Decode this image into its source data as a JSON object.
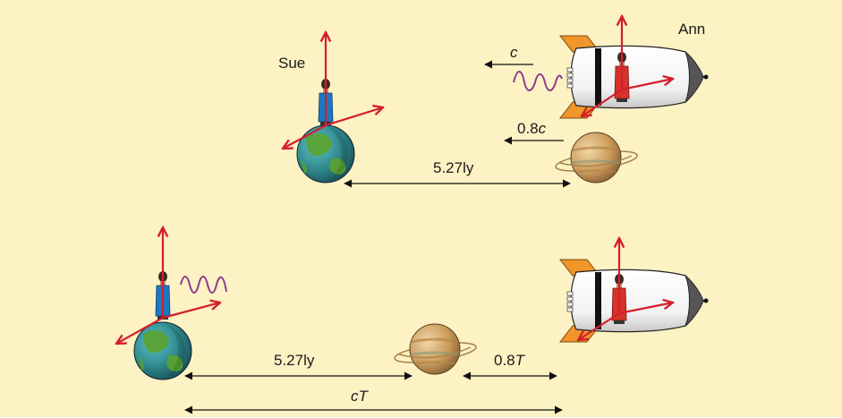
{
  "labels": {
    "sue": "Sue",
    "ann": "Ann",
    "light_speed": "c",
    "ship_speed_num": "0.8",
    "ship_speed_var": "c",
    "distance_top": "5.27ly",
    "distance_bottom": "5.27ly",
    "ship_travel_num": "0.8",
    "ship_travel_var": "T",
    "light_travel_var_c": "c",
    "light_travel_var_t": "T"
  },
  "colors": {
    "background": "#fdf2c3",
    "axis_arrows": "#d41f2c",
    "light_wave": "#8b3d8f",
    "sue_clothing": "#1b78c4",
    "ann_clothing": "#d6332a",
    "rocket_fins": "#f0962a",
    "earth_ocean": "#2f8a8e",
    "earth_land": "#5aa32f",
    "saturn_body": "#c99a5b"
  }
}
